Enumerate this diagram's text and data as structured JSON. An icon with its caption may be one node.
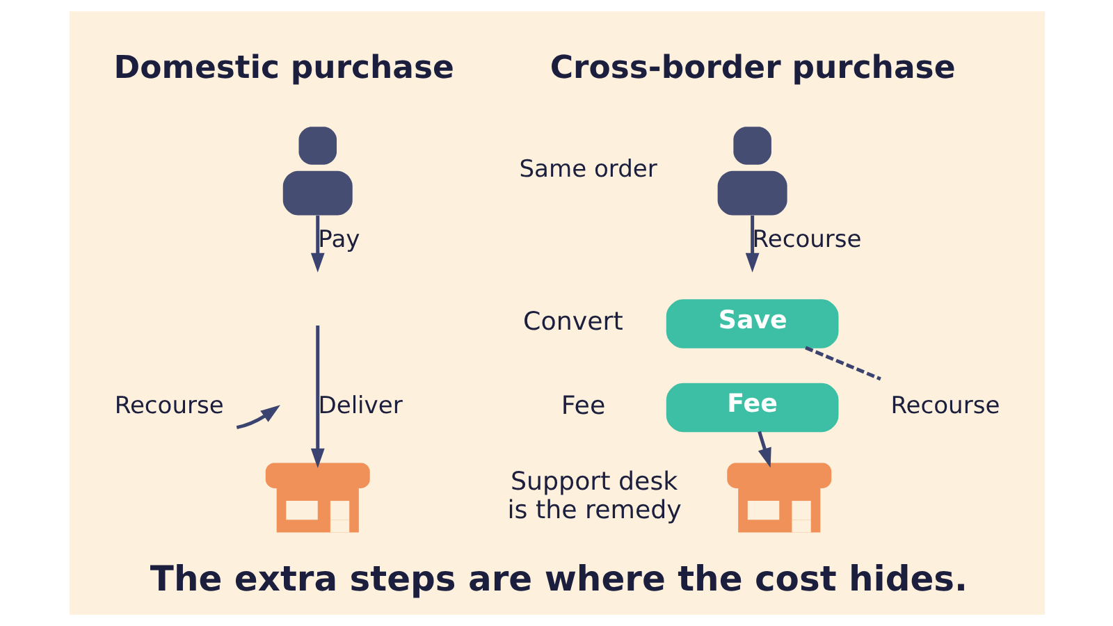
{
  "diagram": {
    "caption": "The extra steps are where the cost hides.",
    "nodes": [
      {
        "text": [],
        "shape": "person"
      },
      {
        "text": [],
        "shape": "picture"
      },
      {
        "text": [
          "Recourse"
        ]
      },
      {
        "text": [],
        "shape": "person"
      },
      {
        "text": [
          "Save"
        ],
        "beside": [
          "Convert"
        ]
      },
      {
        "text": [
          "Fee"
        ],
        "beside": [
          "Fee"
        ]
      },
      {
        "text": [],
        "shape": "picture",
        "beside": [
          "Support desk is the remedy"
        ]
      },
      {
        "text": [
          "Recourse"
        ]
      }
    ],
    "edges": [
      {
        "from": 0,
        "to": null,
        "arrow": "to",
        "label": "Pay"
      },
      {
        "from": null,
        "to": 1,
        "arrow": "to",
        "label": "Deliver"
      },
      {
        "from": 2,
        "to": null,
        "arrow": "to"
      },
      {
        "from": 3,
        "to": null,
        "arrow": "to",
        "label": "Recourse"
      },
      {
        "from": 5,
        "to": 6,
        "arrow": "to"
      },
      {
        "from": 4,
        "to": 7,
        "arrow": "none",
        "style": "dashed"
      }
    ],
    "labels": [
      "Domestic purchase",
      "Cross-border purchase",
      "Same order"
    ]
  }
}
